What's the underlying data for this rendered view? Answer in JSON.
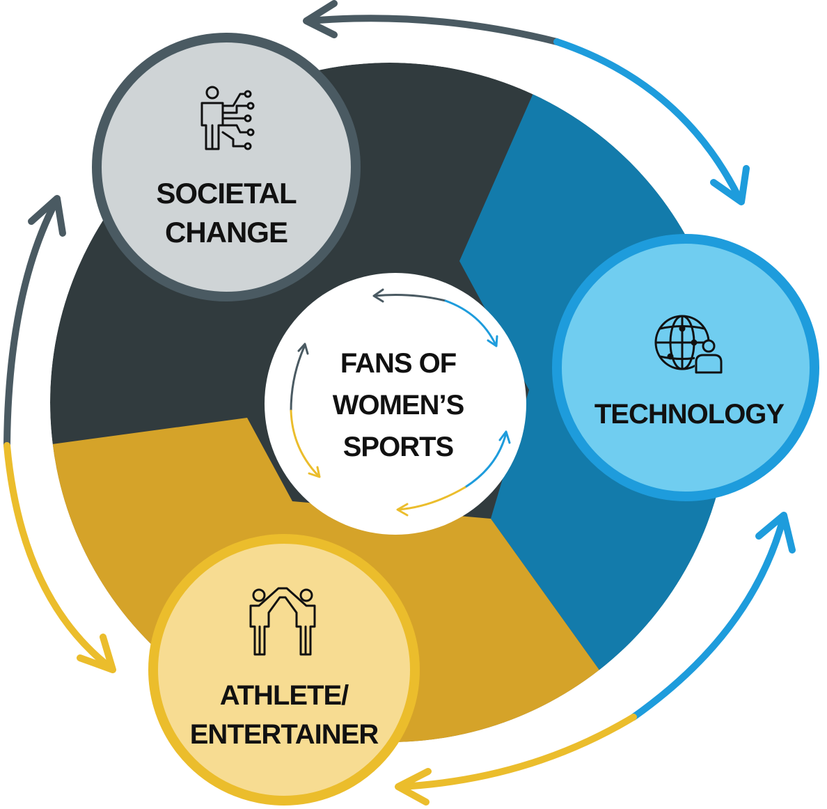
{
  "center": {
    "lines": [
      "FANS OF",
      "WOMEN’S",
      "SPORTS"
    ]
  },
  "nodes": {
    "societal": {
      "lines": [
        "SOCIETAL",
        "CHANGE"
      ],
      "icon": "person-network-icon"
    },
    "technology": {
      "lines": [
        "TECHNOLOGY"
      ],
      "icon": "globe-user-icon"
    },
    "athlete": {
      "lines": [
        "ATHLETE/",
        "ENTERTAINER"
      ],
      "icon": "high-five-people-icon"
    }
  },
  "colors": {
    "dark_segment": "#313b3e",
    "blue_segment": "#137bab",
    "gold_segment": "#d5a329",
    "societal_fill": "#cfd4d6",
    "societal_ring": "#4a5a62",
    "technology_fill": "#70cdf0",
    "technology_ring": "#1e9cdc",
    "athlete_fill": "#f7dc92",
    "athlete_ring": "#ebbd2c",
    "arrow_gray": "#4a5a62",
    "arrow_blue": "#1e9cdc",
    "arrow_gold": "#ebbd2c"
  }
}
